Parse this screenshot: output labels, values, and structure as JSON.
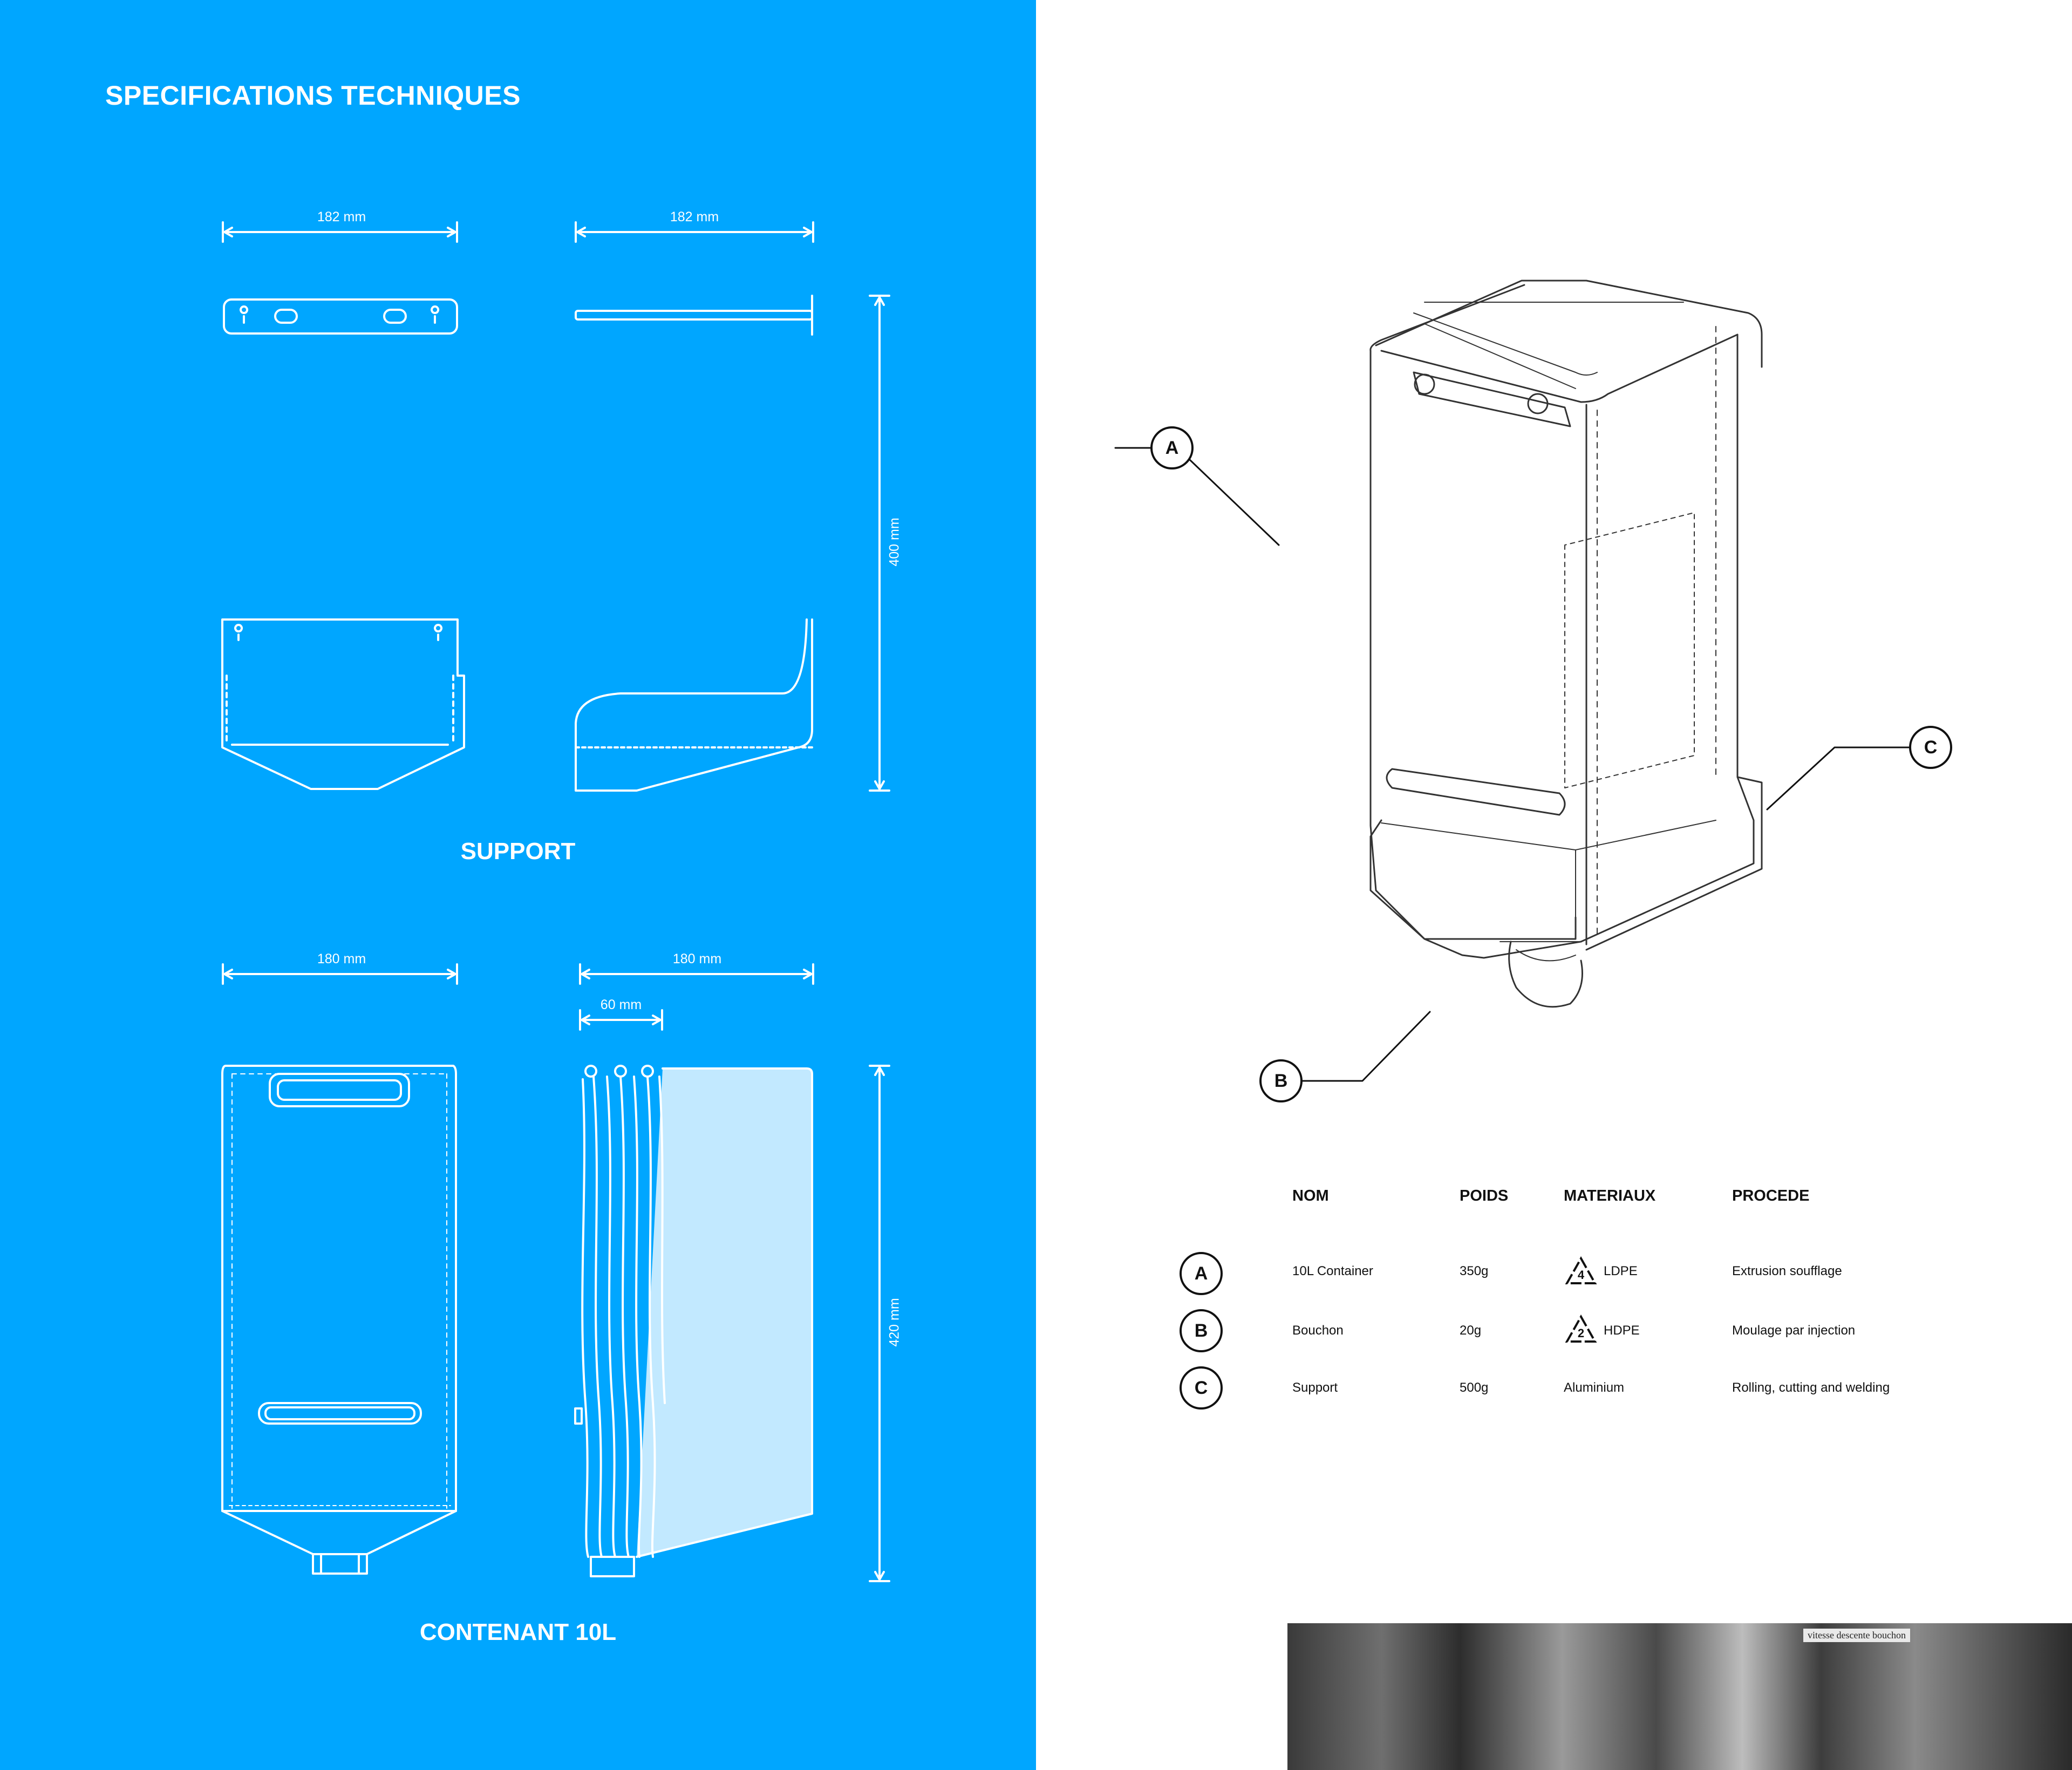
{
  "left_panel": {
    "title": "SPECIFICATIONS TECHNIQUES",
    "support": {
      "label": "SUPPORT",
      "width_front": "182 mm",
      "width_side": "182 mm",
      "height": "400 mm"
    },
    "container": {
      "label": "CONTENANT 10L",
      "width_front": "180 mm",
      "width_side": "180 mm",
      "depth_partial": "60 mm",
      "height": "420 mm"
    },
    "colors": {
      "background": "#00a6ff",
      "line": "#ffffff",
      "fill_light": "#c2e9ff"
    }
  },
  "callouts": {
    "a": "A",
    "b": "B",
    "c": "C"
  },
  "table": {
    "headers": {
      "nom": "NOM",
      "poids": "POIDS",
      "materiaux": "MATERIAUX",
      "procede": "PROCEDE"
    },
    "rows": [
      {
        "id": "A",
        "nom": "10L Container",
        "poids": "350g",
        "recycle_code": "4",
        "materiau": "LDPE",
        "procede": "Extrusion soufflage"
      },
      {
        "id": "B",
        "nom": "Bouchon",
        "poids": "20g",
        "recycle_code": "2",
        "materiau": "HDPE",
        "procede": "Moulage par injection"
      },
      {
        "id": "C",
        "nom": "Support",
        "poids": "500g",
        "recycle_code": "",
        "materiau": "Aluminium",
        "procede": "Rolling, cutting and welding"
      }
    ]
  },
  "photo": {
    "sign_text": "vitesse descente bouchon"
  }
}
